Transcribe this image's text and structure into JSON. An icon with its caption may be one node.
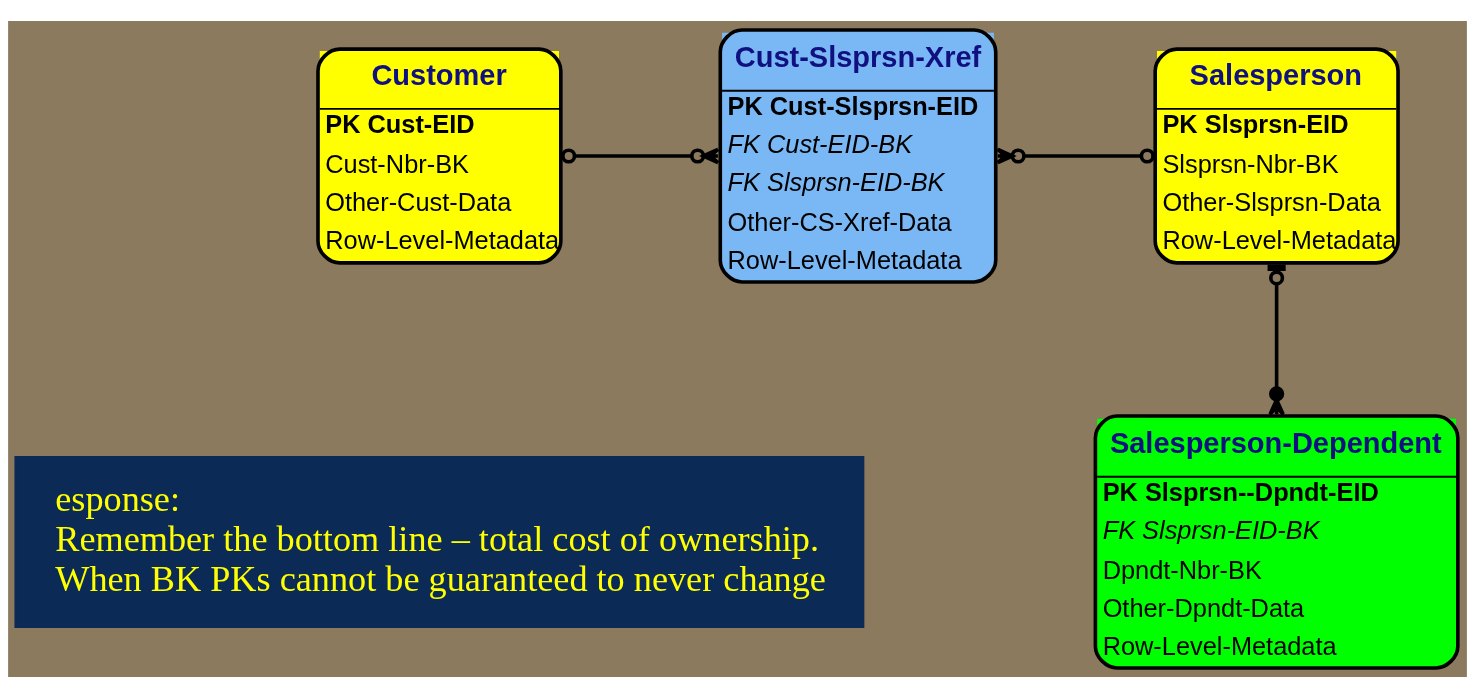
{
  "diagram": {
    "nodes": [
      {
        "text": [
          "Customer",
          "PK Cust-EID",
          "Cust-Nbr-BK",
          "Other-Cust-Data",
          "Row-Level-Metadata"
        ]
      },
      {
        "text": [
          "Cust-Slsprsn-Xref",
          "PK Cust-Slsprsn-EID",
          "FK Cust-EID-BK",
          "FK Slsprsn-EID-BK",
          "Other-CS-Xref-Data",
          "Row-Level-Metadata"
        ]
      },
      {
        "text": [
          "Salesperson",
          "PK Slsprsn-EID",
          "Slsprsn-Nbr-BK",
          "Other-Slsprsn-Data",
          "Row-Level-Metadata"
        ]
      },
      {
        "text": [
          "Salesperson-Dependent",
          "PK Slsprsn--Dpndt-EID",
          "FK Slsprsn-EID-BK",
          "Dpndt-Nbr-BK",
          "Other-Dpndt-Data",
          "Row-Level-Metadata"
        ]
      },
      {
        "text": [
          "esponse:",
          "Remember the bottom line – total cost of ownership.",
          "When BK PKs cannot be guaranteed to never change"
        ]
      }
    ],
    "edges": [
      {
        "from": 0,
        "to": 1,
        "arrow": "other"
      },
      {
        "from": 1,
        "to": 2,
        "arrow": "other"
      },
      {
        "from": 2,
        "to": 3,
        "arrow": "other"
      }
    ]
  }
}
